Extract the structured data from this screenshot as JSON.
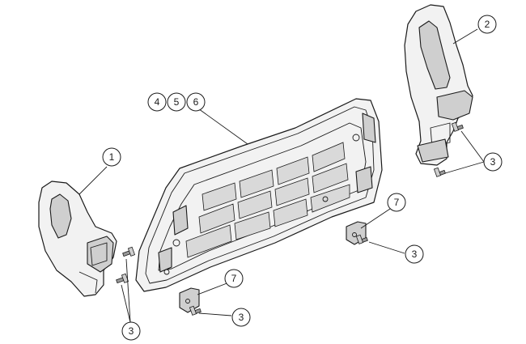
{
  "callouts": [
    {
      "id": "c1",
      "label": "1"
    },
    {
      "id": "c2",
      "label": "2"
    },
    {
      "id": "c3a",
      "label": "3"
    },
    {
      "id": "c3b",
      "label": "3"
    },
    {
      "id": "c3c",
      "label": "3"
    },
    {
      "id": "c3d",
      "label": "3"
    },
    {
      "id": "c4",
      "label": "4"
    },
    {
      "id": "c5",
      "label": "5"
    },
    {
      "id": "c6",
      "label": "6"
    },
    {
      "id": "c7a",
      "label": "7"
    },
    {
      "id": "c7b",
      "label": "7"
    }
  ],
  "colors": {
    "line": "#1a1a1a",
    "part_fill": "#f2f2f2",
    "shade": "#d9d9d9"
  }
}
